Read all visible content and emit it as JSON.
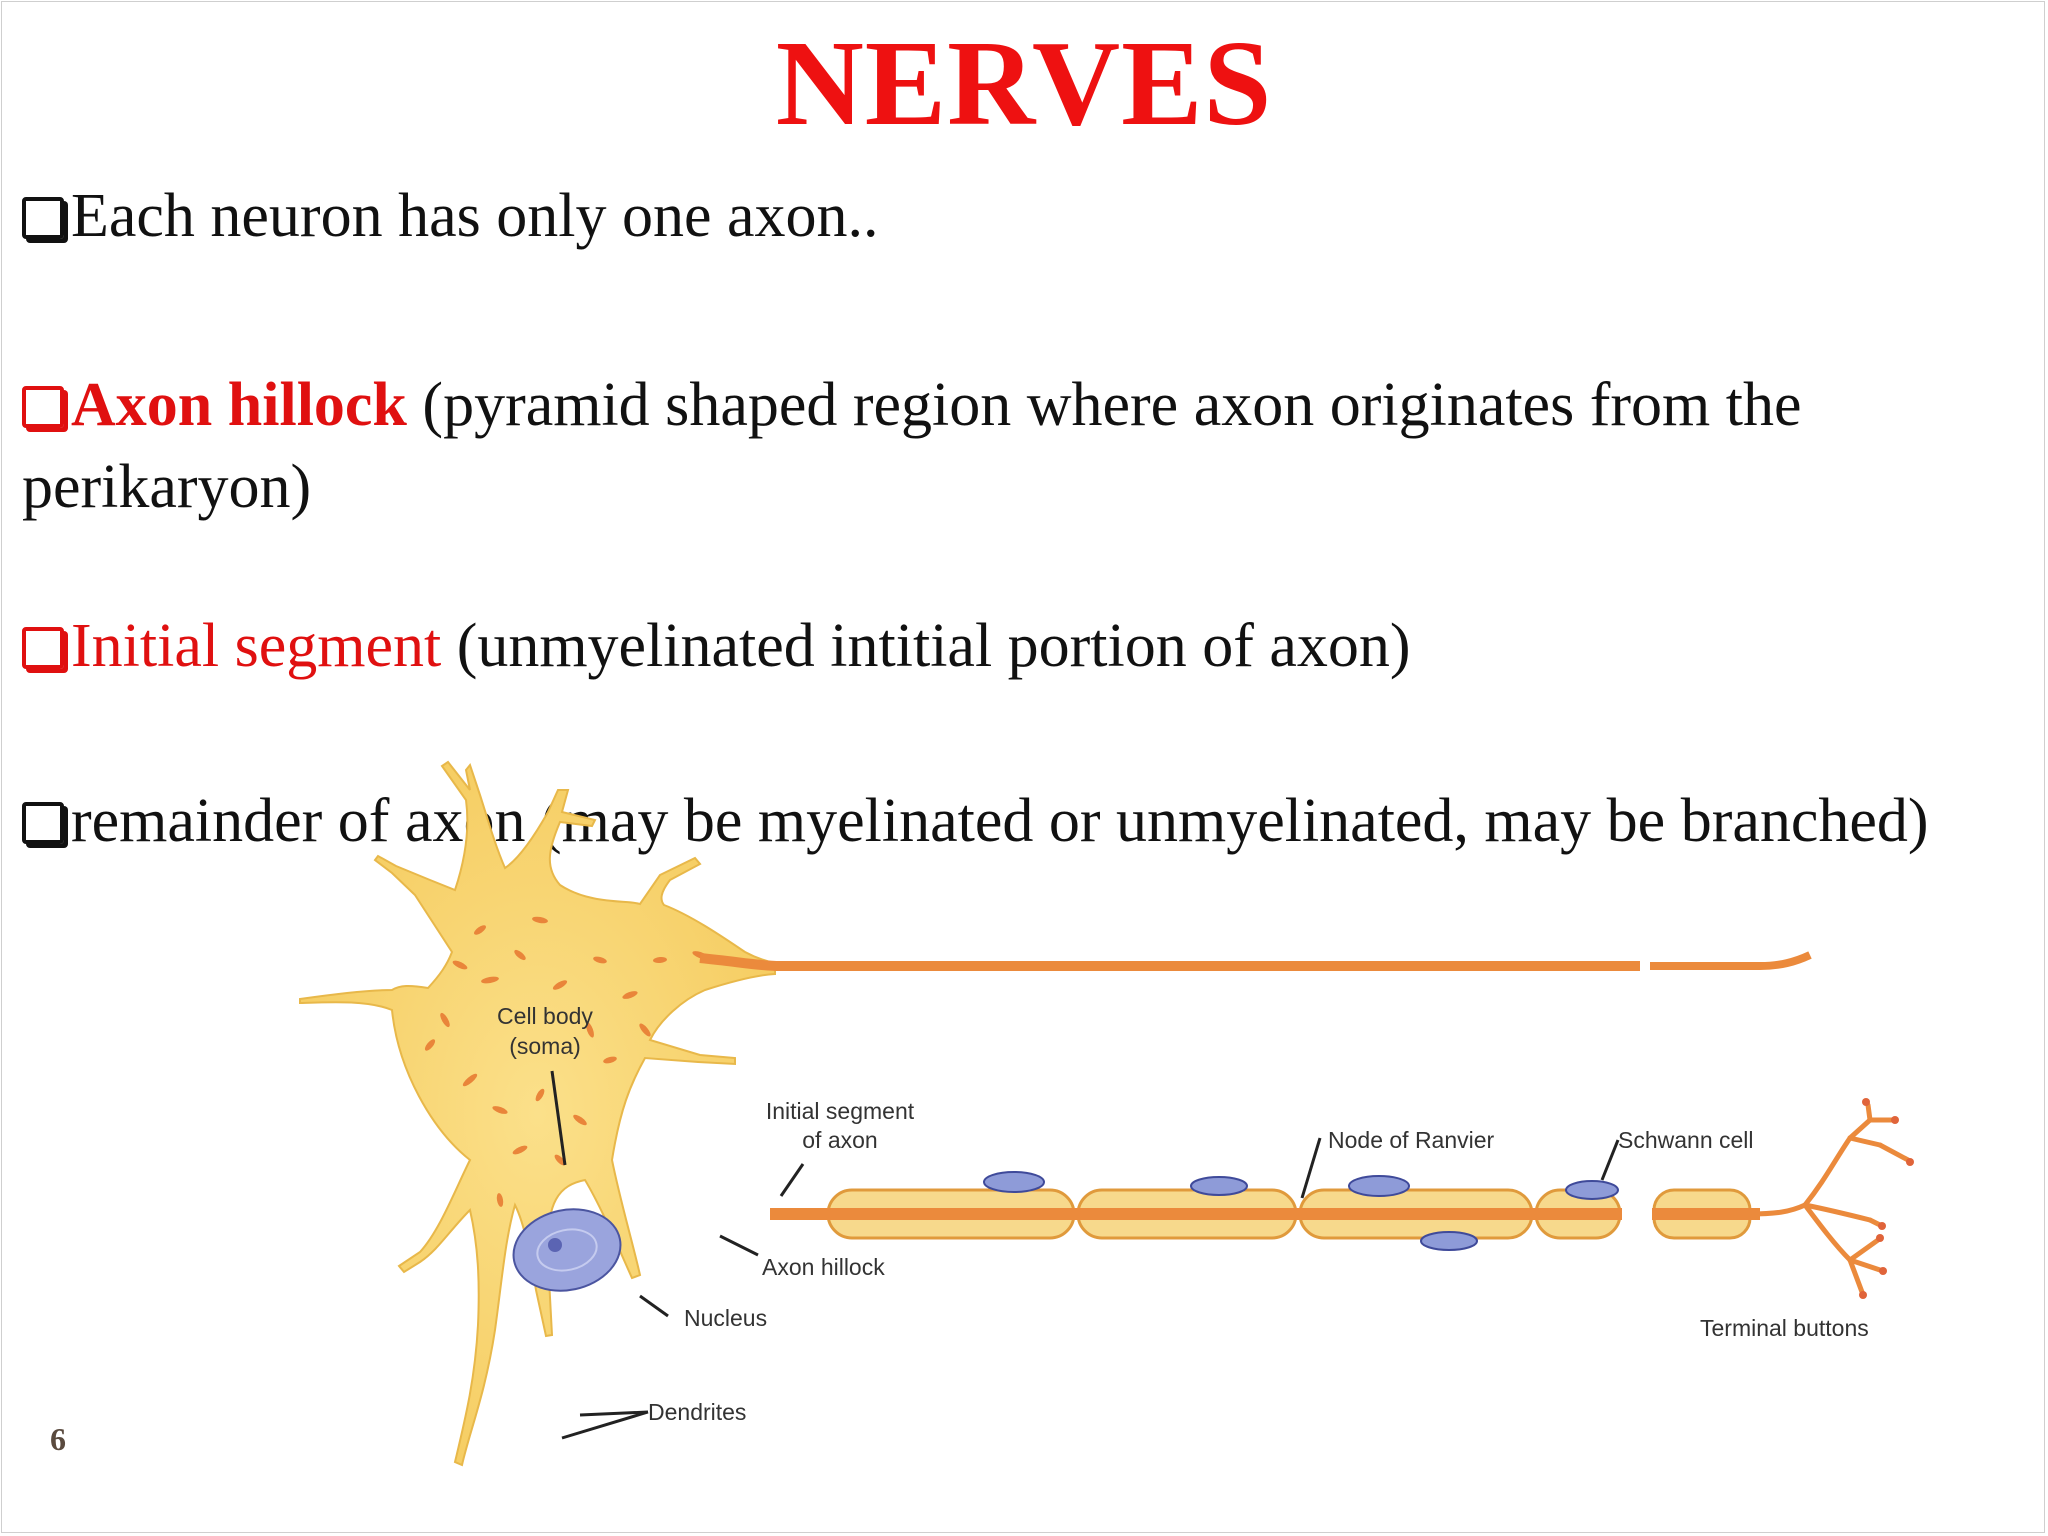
{
  "slide": {
    "title": "NERVES",
    "page_number": "6"
  },
  "bullets": [
    {
      "lead": "",
      "text": "Each neuron has only one axon.."
    },
    {
      "lead": "Axon hillock",
      "text": " (pyramid shaped region where axon originates from the perikaryon)"
    },
    {
      "lead": "Initial segment",
      "text": " (unmyelinated intitial portion of axon)"
    },
    {
      "lead": "",
      "text": "remainder of axon (may be myelinated or unmyelinated, may be branched)"
    }
  ],
  "diagram": {
    "labels": {
      "cell_body_1": "Cell body",
      "cell_body_2": "(soma)",
      "initial_segment_1": "Initial segment",
      "initial_segment_2": "of axon",
      "node_of_ranvier": "Node of Ranvier",
      "schwann_cell": "Schwann cell",
      "axon_hillock": "Axon hillock",
      "nucleus": "Nucleus",
      "terminal_buttons": "Terminal buttons",
      "dendrites": "Dendrites"
    },
    "colors": {
      "soma_fill": "#f8d676",
      "soma_dots": "#e9853a",
      "axon_core": "#eb8a3c",
      "myelin_fill": "#f7d98c",
      "myelin_outline": "#e09a3c",
      "nucleus_fill": "#9aa4dd",
      "schwann_nucleus": "#8e9bd8"
    }
  }
}
